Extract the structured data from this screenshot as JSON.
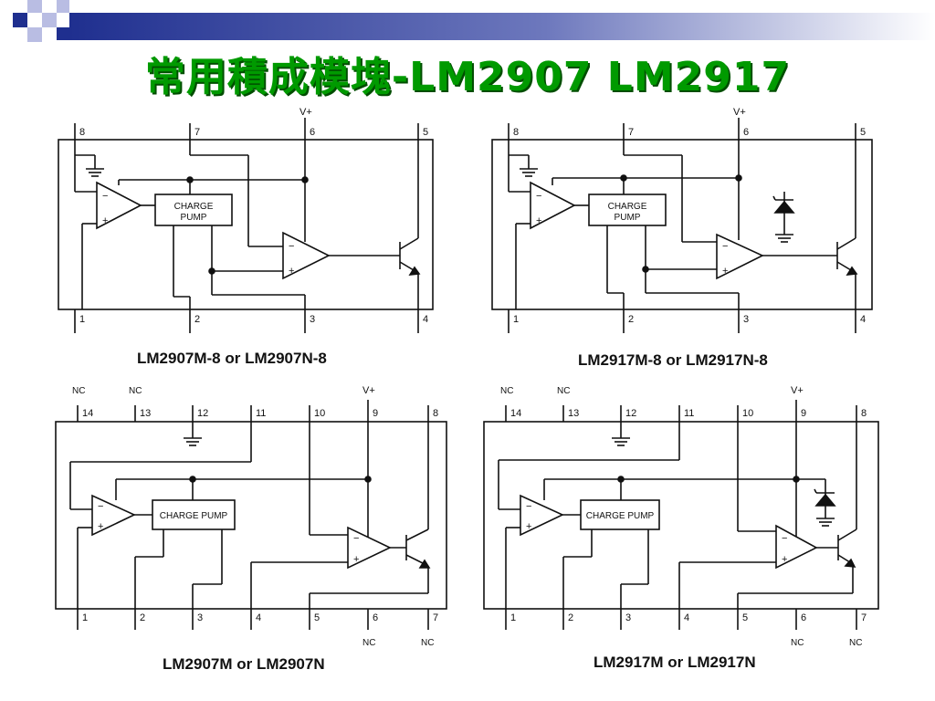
{
  "title": "常用積成模塊-LM2907 LM2917",
  "diagrams": [
    {
      "caption": "LM2907M-8 or LM2907N-8",
      "top_pins": [
        "8",
        "7",
        "6",
        "5"
      ],
      "bottom_pins": [
        "1",
        "2",
        "3",
        "4"
      ],
      "supply": "V+",
      "block": [
        "CHARGE",
        "PUMP"
      ]
    },
    {
      "caption": "LM2917M-8 or LM2917N-8",
      "top_pins": [
        "8",
        "7",
        "6",
        "5"
      ],
      "bottom_pins": [
        "1",
        "2",
        "3",
        "4"
      ],
      "supply": "V+",
      "block": [
        "CHARGE",
        "PUMP"
      ]
    },
    {
      "caption": "LM2907M or LM2907N",
      "top_pins": [
        "14",
        "13",
        "12",
        "11",
        "10",
        "9",
        "8"
      ],
      "bottom_pins": [
        "1",
        "2",
        "3",
        "4",
        "5",
        "6",
        "7"
      ],
      "nc": "NC",
      "supply": "V+",
      "block": "CHARGE PUMP"
    },
    {
      "caption": "LM2917M or LM2917N",
      "top_pins": [
        "14",
        "13",
        "12",
        "11",
        "10",
        "9",
        "8"
      ],
      "bottom_pins": [
        "1",
        "2",
        "3",
        "4",
        "5",
        "6",
        "7"
      ],
      "nc": "NC",
      "supply": "V+",
      "block": "CHARGE PUMP"
    }
  ]
}
